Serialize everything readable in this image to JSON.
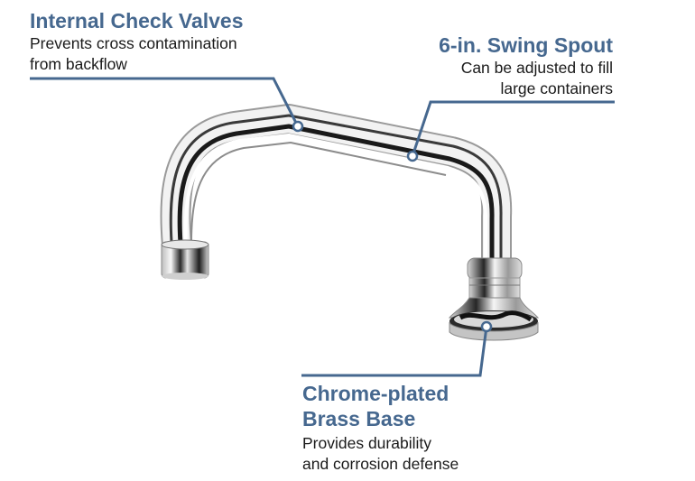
{
  "callouts": [
    {
      "id": "internal-check-valves",
      "title": "Internal Check Valves",
      "description_lines": [
        "Prevents cross contamination",
        "from backflow"
      ]
    },
    {
      "id": "swing-spout",
      "title": "6-in. Swing Spout",
      "description_lines": [
        "Can be adjusted to fill",
        "large containers"
      ]
    },
    {
      "id": "brass-base",
      "title_lines": [
        "Chrome-plated",
        "Brass Base"
      ],
      "description_lines": [
        "Provides durability",
        "and corrosion defense"
      ]
    }
  ],
  "colors": {
    "accent": "#46688f",
    "text": "#1a1a1a",
    "background": "#ffffff"
  },
  "image": {
    "subject": "chrome swing spout faucet"
  }
}
